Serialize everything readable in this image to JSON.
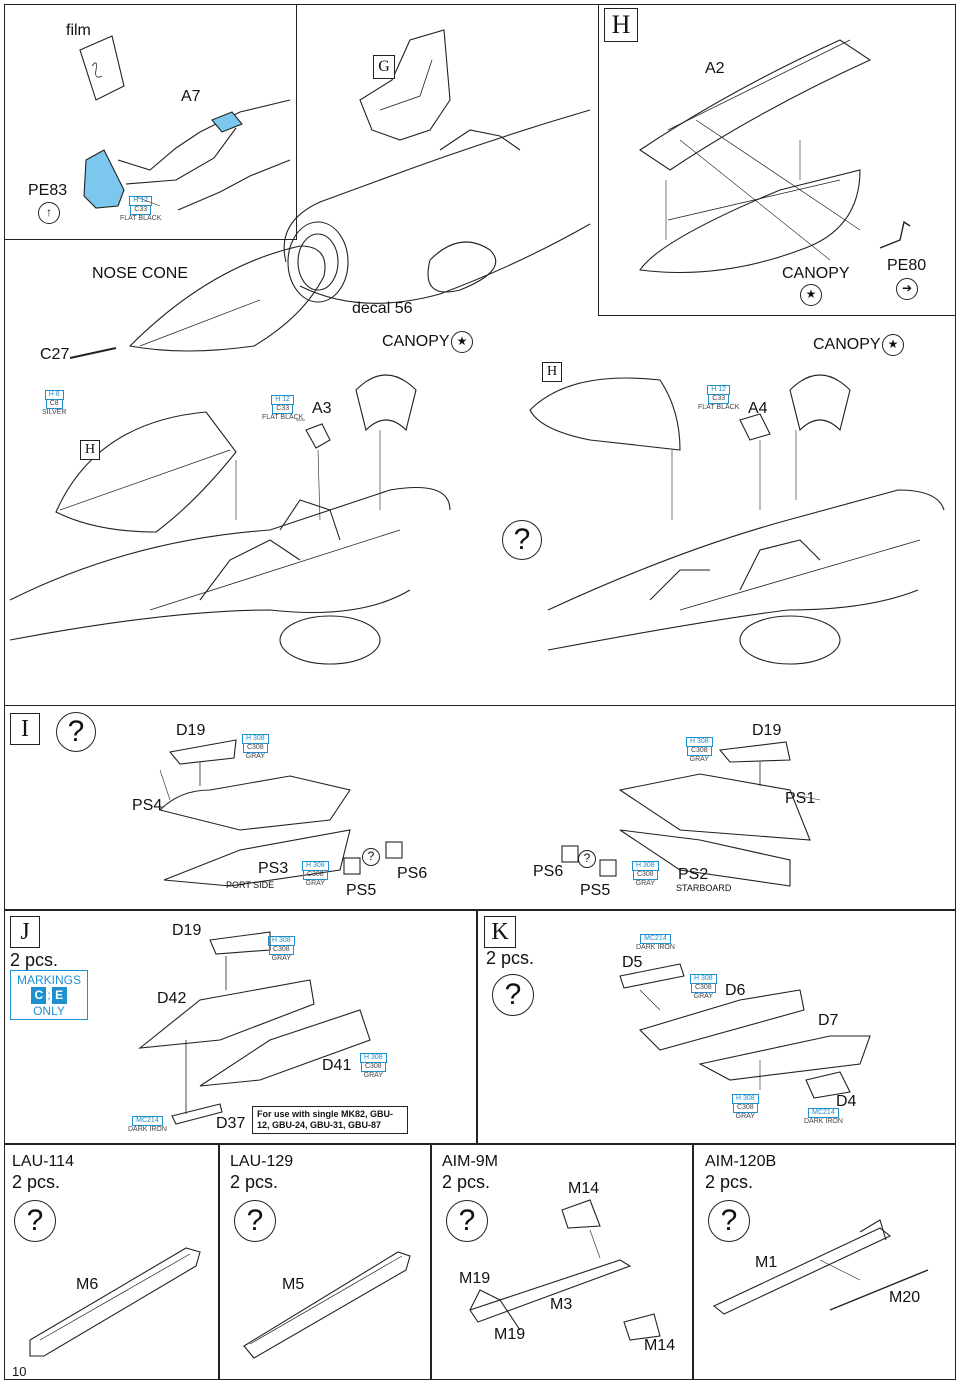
{
  "page_number": "10",
  "steps": {
    "G": "G",
    "H": "H",
    "I": "I",
    "J": "J",
    "K": "K"
  },
  "labels": {
    "film": "film",
    "a7": "A7",
    "pe83": "PE83",
    "nose_cone": "NOSE CONE",
    "decal56": "decal 56",
    "a2": "A2",
    "canopy": "CANOPY",
    "pe80": "PE80",
    "c27": "C27",
    "a3": "A3",
    "a4": "A4",
    "d19": "D19",
    "ps1": "PS1",
    "ps2": "PS2",
    "ps3": "PS3",
    "ps4": "PS4",
    "ps5": "PS5",
    "ps6": "PS6",
    "port_side": "PORT SIDE",
    "starboard": "STARBOARD",
    "d42": "D42",
    "d41": "D41",
    "d37": "D37",
    "d5": "D5",
    "d6": "D6",
    "d7": "D7",
    "d4": "D4",
    "two_pcs": "2 pcs.",
    "m6": "M6",
    "m5": "M5",
    "m19": "M19",
    "m3": "M3",
    "m14": "M14",
    "m1": "M1",
    "m20": "M20",
    "lau114": "LAU-114",
    "lau129": "LAU-129",
    "aim9m": "AIM-9M",
    "aim120b": "AIM-120B",
    "question": "?",
    "h_glyph": "H"
  },
  "markings": {
    "title": "MARKINGS",
    "c": "C",
    "sep": ";",
    "e": "E",
    "only": "ONLY"
  },
  "note_mk82": "For use with single MK82, GBU-12, GBU-24, GBU-31, GBU-87",
  "paint": {
    "h12": "H 12",
    "c33": "C33",
    "flat_black": "FLAT BLACK",
    "h8": "H 8",
    "c8": "C8",
    "silver": "SILVER",
    "h308": "H 308",
    "c308": "C308",
    "gray": "GRAY",
    "mc214": "MC214",
    "dark_iron": "DARK IRON"
  },
  "colors": {
    "accent_blue": "#1e90d0",
    "light_blue_fill": "#7cc7ee",
    "line": "#222222"
  },
  "icons": {
    "canopy_symbol": "star-in-circle-icon",
    "pe80_symbol": "etch-arrow-icon",
    "pe83_symbol": "arrow-up-circle-icon"
  }
}
